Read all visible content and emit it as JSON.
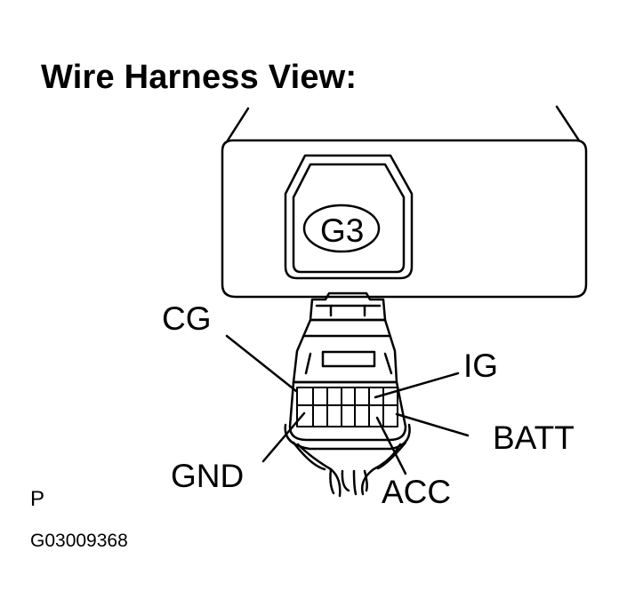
{
  "title": "Wire Harness View:",
  "connector_id": "G3",
  "labels": {
    "cg": "CG",
    "ig": "IG",
    "batt": "BATT",
    "gnd": "GND",
    "acc": "ACC"
  },
  "footer": {
    "view_code": "P",
    "figure_id": "G03009368"
  }
}
